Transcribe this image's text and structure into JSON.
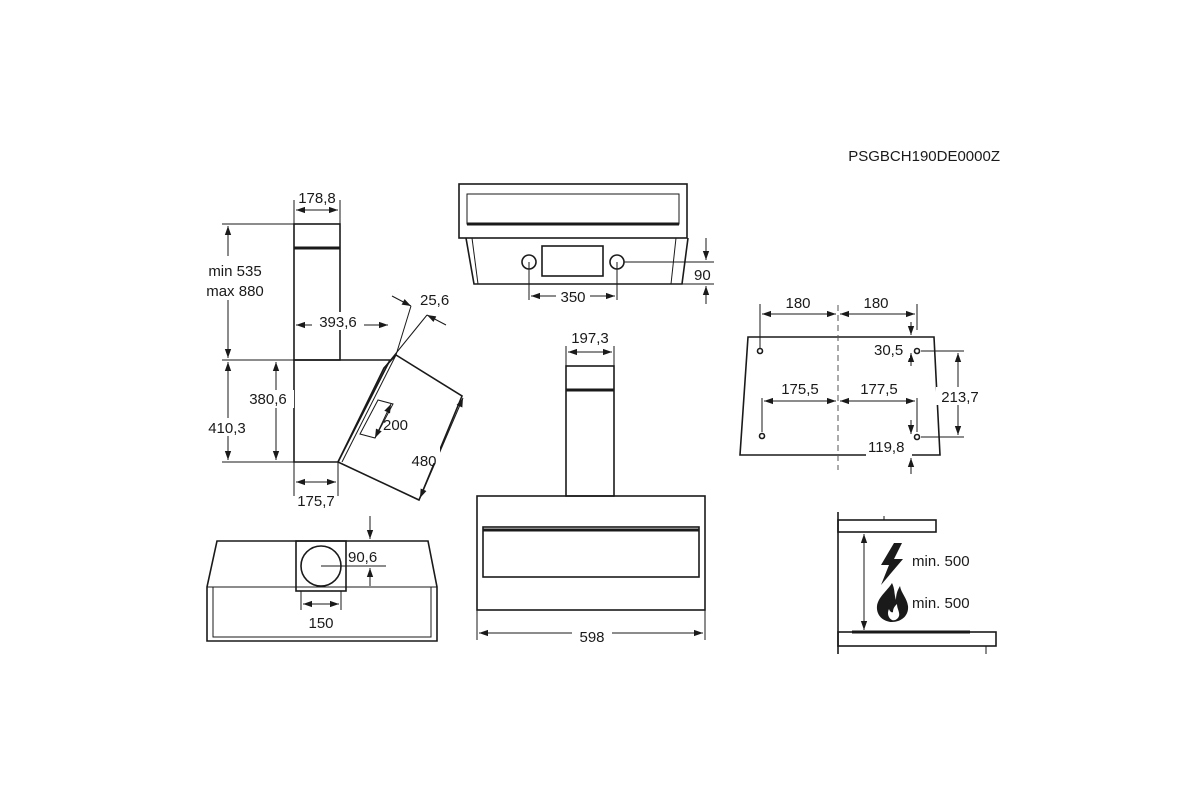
{
  "model_code": "PSGBCH190DE0000Z",
  "side_view": {
    "top_width": "178,8",
    "chimney_height_min": "min 535",
    "chimney_height_max": "max 880",
    "depth": "393,6",
    "glass_thickness": "25,6",
    "body_height": "380,6",
    "total_height": "410,3",
    "inner_panel": "200",
    "glass_length": "480",
    "bottom_depth": "175,7"
  },
  "top_view": {
    "hole_spacing": "350",
    "offset": "90"
  },
  "front_view": {
    "chimney_width": "197,3",
    "hood_width": "598"
  },
  "bottom_view": {
    "outlet_offset": "90,6",
    "outlet_diameter": "150"
  },
  "mounting_template": {
    "left_half": "180",
    "right_half": "180",
    "lower_left": "175,5",
    "lower_right": "177,5",
    "top_hole_offset": "30,5",
    "vertical_spacing": "213,7",
    "bottom_hole_offset": "119,8"
  },
  "clearance": {
    "electric_min": "min. 500",
    "gas_min": "min. 500",
    "electric_icon": "lightning-icon",
    "gas_icon": "flame-icon"
  }
}
